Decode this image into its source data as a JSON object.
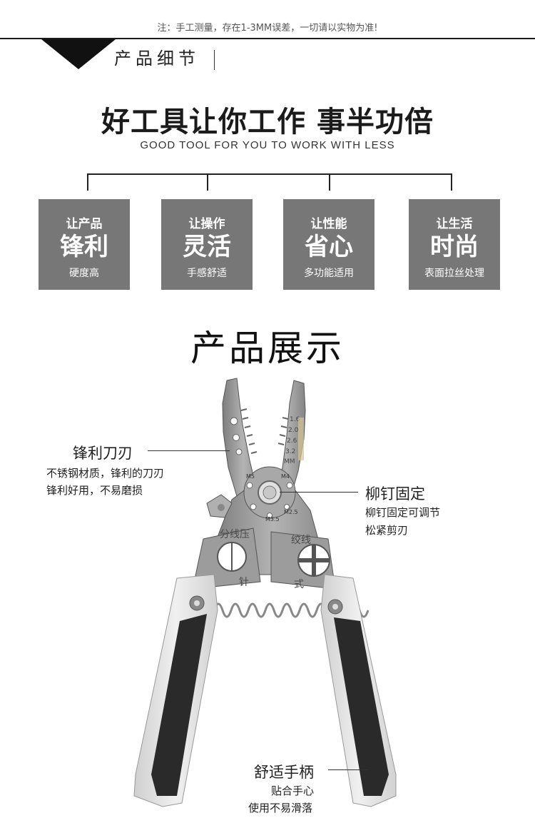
{
  "note": "注：手工测量，存在1-3MM误差，一切请以实物为准!",
  "section_title": "产品细节",
  "headline": "好工具让你工作 事半功倍",
  "subheadline": "GOOD TOOL FOR YOU TO WORK WITH LESS",
  "features": [
    {
      "line1": "让产品",
      "line2": "锋利",
      "line3": "硬度高"
    },
    {
      "line1": "让操作",
      "line2": "灵活",
      "line3": "手感舒适"
    },
    {
      "line1": "让性能",
      "line2": "省心",
      "line3": "多功能适用"
    },
    {
      "line1": "让生活",
      "line2": "时尚",
      "line3": "表面拉丝处理"
    }
  ],
  "showcase_title": "产品展示",
  "annotations": {
    "blade": {
      "title": "锋利刀刃",
      "desc1": "不锈钢材质，锋利的刀刃",
      "desc2": "锋利好用，不易磨损"
    },
    "rivet": {
      "title": "柳钉固定",
      "desc1": "柳钉固定可调节",
      "desc2": "松紧剪刃"
    },
    "handle": {
      "title": "舒适手柄",
      "desc1": "贴合手心",
      "desc2": "使用不易滑落"
    }
  },
  "tool_markings": {
    "left_jaw": "分线压",
    "right_jaw": "绞线",
    "left_lower": "针",
    "right_lower": "式",
    "right_sizes": [
      "1.6",
      "2.0",
      "2.6",
      "3.2",
      "MM"
    ],
    "m_labels": [
      "M5",
      "M4",
      "M3.5",
      "M2.5"
    ]
  },
  "colors": {
    "card_bg": "#777777",
    "handle_light": "#e3e3e3",
    "handle_dark": "#2a2a2a",
    "steel": "#9a9a9a"
  }
}
